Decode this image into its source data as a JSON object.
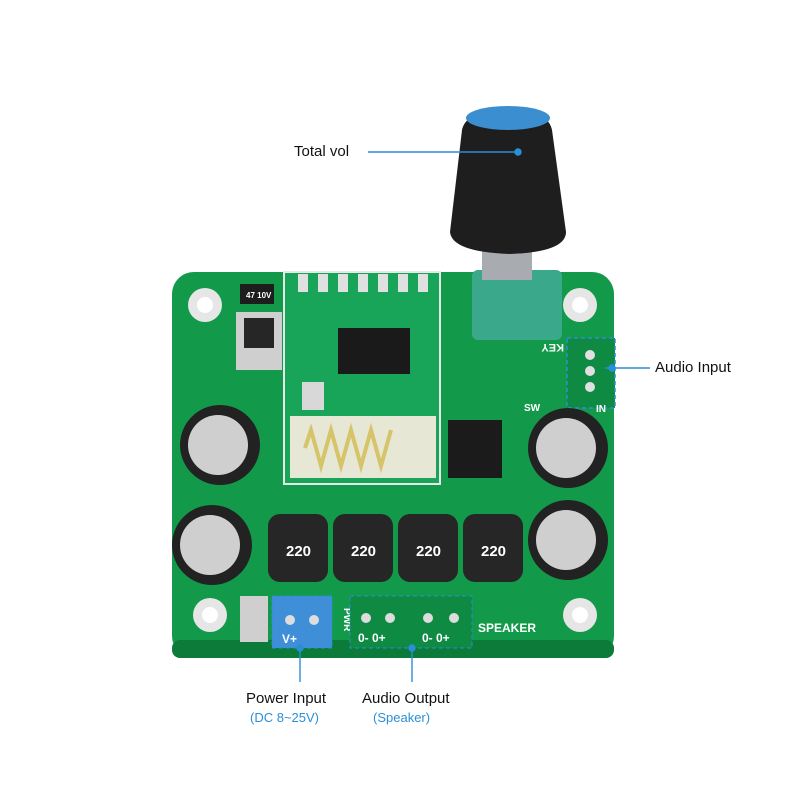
{
  "colors": {
    "pcb": "#129a4a",
    "pcb_dark": "#0c7a39",
    "callout": "#2a8fd6",
    "knob": "#1e1e1e",
    "knob_cap": "#3b8fd0",
    "pot_body": "#3aa88a",
    "terminal_blue": "#3e8fd8"
  },
  "callouts": {
    "total_vol": "Total vol",
    "audio_input": "Audio Input",
    "power_input": "Power Input",
    "power_input_note": "(DC 8~25V)",
    "audio_output": "Audio Output",
    "audio_output_note": "(Speaker)"
  },
  "board_text": {
    "speaker": "SPEAKER",
    "key": "KEY",
    "sw": "SW",
    "in": "IN",
    "pwr": "PWR",
    "v_plus": "V+",
    "out_left": "0- 0+",
    "out_right": "0- 0+",
    "inductor_values": [
      "220",
      "220",
      "220",
      "220"
    ],
    "cap_label": "47 10V"
  }
}
